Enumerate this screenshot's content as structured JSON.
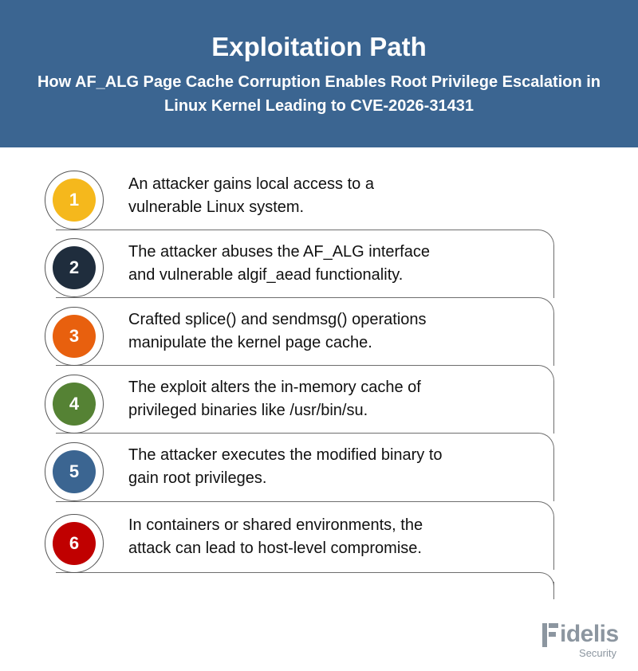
{
  "header": {
    "title": "Exploitation Path",
    "subtitle": "How AF_ALG Page Cache Corruption Enables Root Privilege Escalation in Linux Kernel Leading to CVE-2026-31431",
    "background": "#3b6591"
  },
  "steps": [
    {
      "number": "1",
      "color": "#f5b81c",
      "text_line1": "An attacker gains local access to a",
      "text_line2": "vulnerable Linux system."
    },
    {
      "number": "2",
      "color": "#1f2d3d",
      "text_line1": "The attacker abuses the AF_ALG interface",
      "text_line2": "and vulnerable algif_aead functionality."
    },
    {
      "number": "3",
      "color": "#e8600e",
      "text_line1": "Crafted splice() and sendmsg() operations",
      "text_line2": "manipulate the kernel page cache."
    },
    {
      "number": "4",
      "color": "#558234",
      "text_line1": "The exploit alters the in-memory cache of",
      "text_line2": "privileged binaries like /usr/bin/su."
    },
    {
      "number": "5",
      "color": "#3b6591",
      "text_line1": "The attacker executes the modified binary to",
      "text_line2": "gain root privileges."
    },
    {
      "number": "6",
      "color": "#c00000",
      "text_line1": "In containers or shared environments, the",
      "text_line2": "attack can lead to host-level compromise."
    }
  ],
  "logo": {
    "word": "idelis",
    "sub": "Security",
    "icon": "fidelis-f-icon"
  }
}
